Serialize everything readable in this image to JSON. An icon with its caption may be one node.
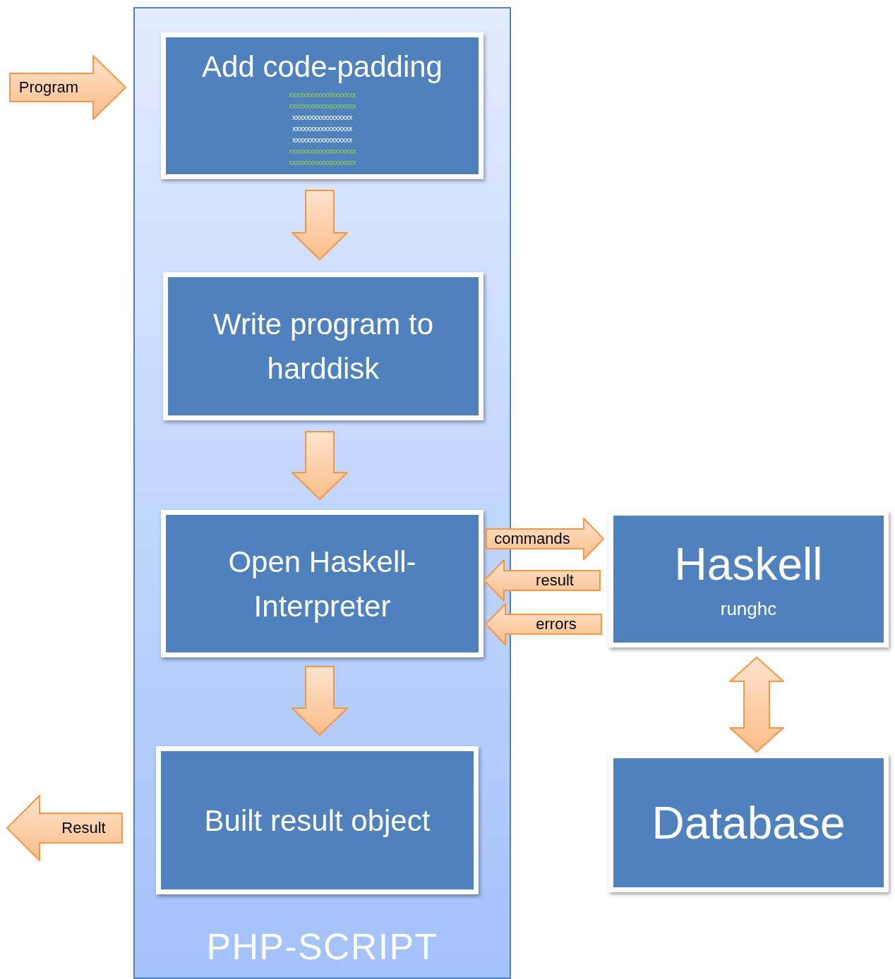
{
  "diagram": {
    "nodes": [
      {
        "text": [
          "PHP-SCRIPT"
        ]
      },
      {
        "text": [
          "Add code-padding",
          "xxxxxxxxxxxxxxxxxxx",
          "xxxxxxxxxxxxxxxxxxx",
          "xxxxxxxxxxxxxxxxx",
          "xxxxxxxxxxxxxxxxx",
          "xxxxxxxxxxxxxxxxx",
          "xxxxxxxxxxxxxxxxxxx",
          "xxxxxxxxxxxxxxxxxxx"
        ],
        "in": 0
      },
      {
        "text": [
          "Write program to harddisk"
        ],
        "in": 0
      },
      {
        "text": [
          "Open Haskell-Interpreter"
        ],
        "in": 0
      },
      {
        "text": [
          "Built result object"
        ],
        "in": 0
      },
      {
        "text": [
          "Haskell",
          "runghc"
        ]
      },
      {
        "text": [
          "Database"
        ]
      }
    ],
    "edges": [
      {
        "from": null,
        "to": 0,
        "arrow": "to",
        "label": "Program"
      },
      {
        "from": 1,
        "to": 2,
        "arrow": "to"
      },
      {
        "from": 2,
        "to": 3,
        "arrow": "to"
      },
      {
        "from": 3,
        "to": 4,
        "arrow": "to"
      },
      {
        "from": 3,
        "to": 5,
        "arrow": "to",
        "label": "commands"
      },
      {
        "from": 5,
        "to": 3,
        "arrow": "to",
        "label": "result"
      },
      {
        "from": 5,
        "to": 3,
        "arrow": "to",
        "label": "errors"
      },
      {
        "from": 0,
        "to": null,
        "arrow": "to",
        "label": "Result"
      },
      {
        "from": 5,
        "to": 6,
        "arrow": "both"
      }
    ]
  }
}
